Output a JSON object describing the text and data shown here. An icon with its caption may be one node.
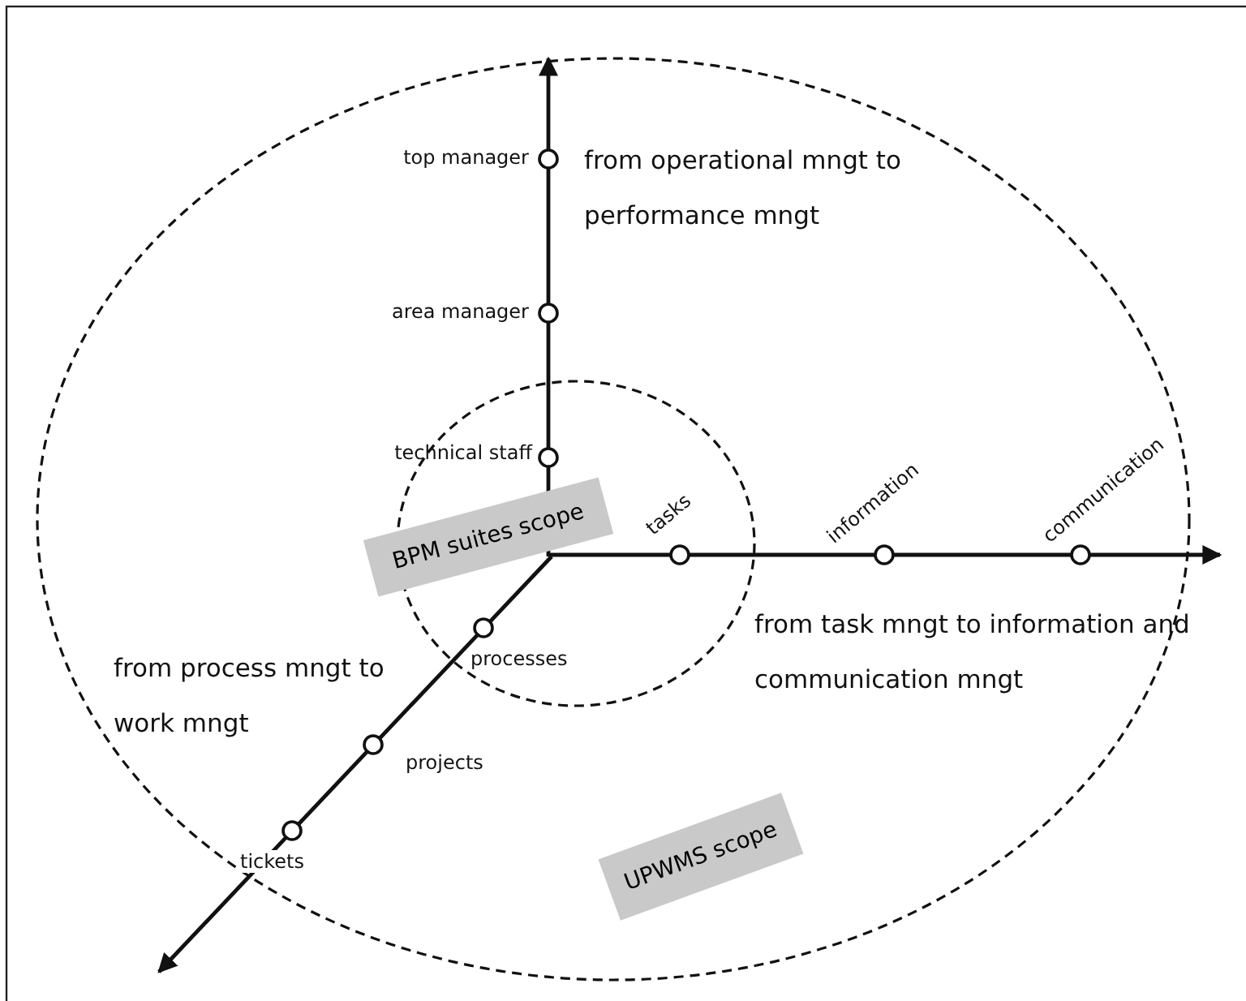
{
  "diagram": {
    "nodes": [
      {
        "text": [
          "top manager"
        ]
      },
      {
        "text": [
          "area manager"
        ]
      },
      {
        "text": [
          "technical staff"
        ]
      },
      {
        "text": [
          "BPM suites scope"
        ]
      },
      {
        "text": [
          "tasks"
        ]
      },
      {
        "text": [
          "information"
        ]
      },
      {
        "text": [
          "communication"
        ]
      },
      {
        "text": [
          "processes"
        ]
      },
      {
        "text": [
          "projects"
        ]
      },
      {
        "text": [
          "tickets"
        ]
      },
      {
        "text": [
          "UPWMS scope"
        ]
      }
    ],
    "edges": [],
    "labels": [
      "from operational mngt to performance mngt",
      "from task mngt to information and communication mngt",
      "from process mngt to work mngt"
    ]
  }
}
